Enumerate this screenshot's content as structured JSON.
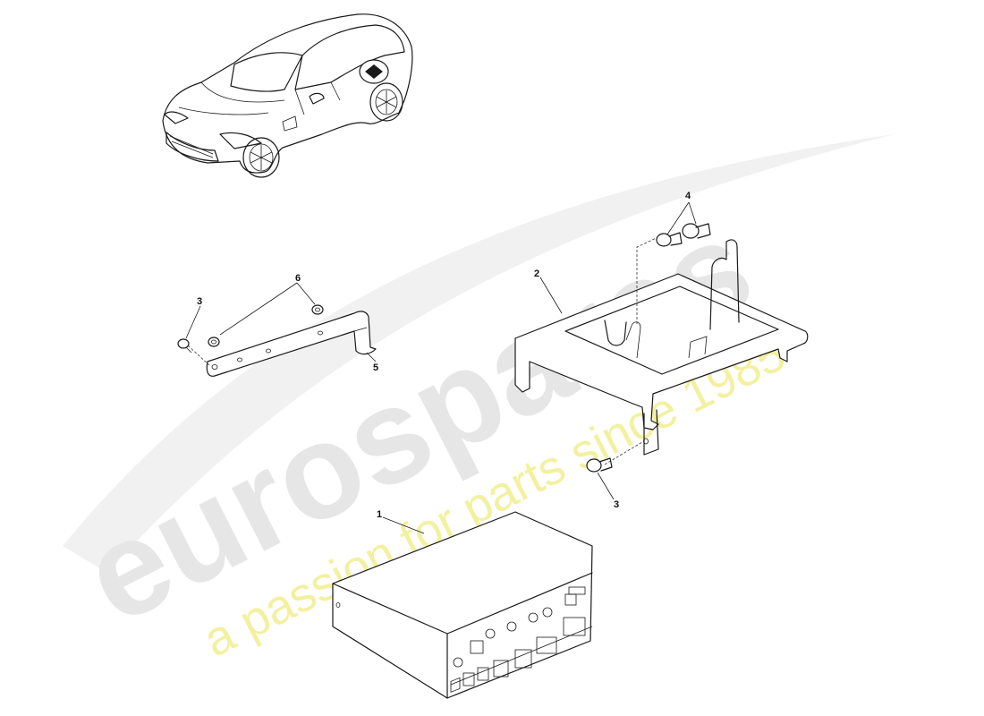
{
  "watermark": {
    "brand": "eurospares",
    "tagline": "a passion for parts since 1985"
  },
  "callouts": [
    {
      "id": "1",
      "label": "1"
    },
    {
      "id": "2",
      "label": "2"
    },
    {
      "id": "3a",
      "label": "3"
    },
    {
      "id": "3b",
      "label": "3"
    },
    {
      "id": "4",
      "label": "4"
    },
    {
      "id": "5",
      "label": "5"
    },
    {
      "id": "6",
      "label": "6"
    }
  ]
}
